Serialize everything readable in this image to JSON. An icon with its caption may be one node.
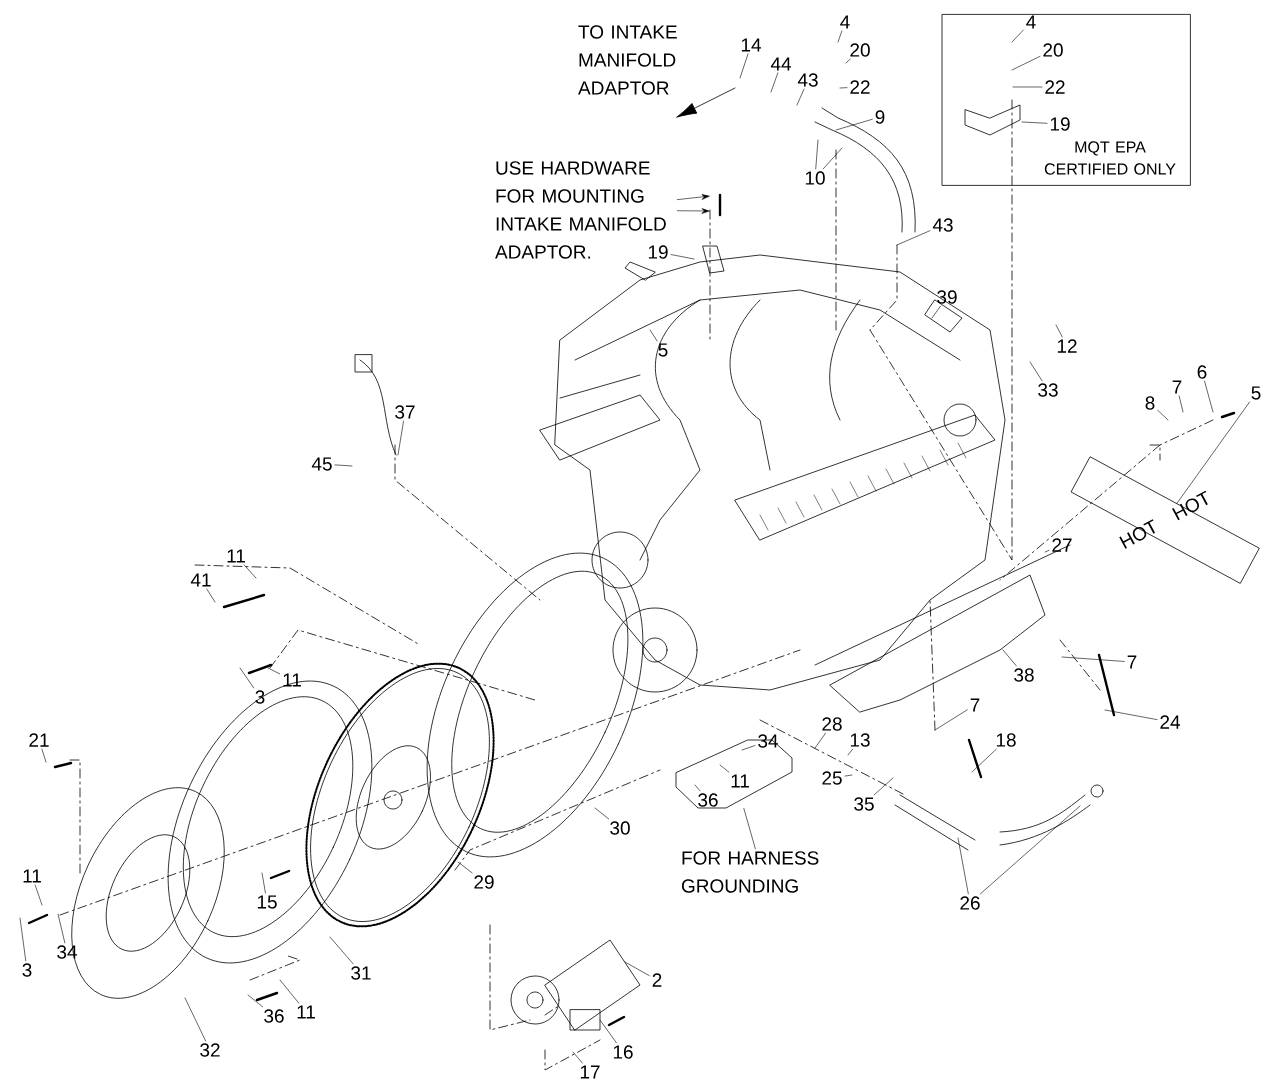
{
  "diagram": {
    "nodes": [
      {
        "text": [
          "TO INTAKE MANIFOLD ADAPTOR"
        ]
      },
      {
        "text": [
          "14"
        ]
      },
      {
        "text": [
          "44"
        ]
      },
      {
        "text": [
          "43"
        ]
      },
      {
        "text": [
          "4"
        ]
      },
      {
        "text": [
          "20"
        ]
      },
      {
        "text": [
          "22"
        ]
      },
      {
        "text": [
          "9"
        ]
      },
      {
        "text": [
          "10"
        ]
      },
      {
        "text": [
          "MQT EPA CERTIFIED ONLY"
        ]
      },
      {
        "text": [
          "4"
        ],
        "in": 9
      },
      {
        "text": [
          "20"
        ],
        "in": 9
      },
      {
        "text": [
          "22"
        ],
        "in": 9
      },
      {
        "text": [
          "19"
        ],
        "in": 9
      },
      {
        "text": [
          "USE HARDWARE FOR MOUNTING INTAKE MANIFOLD ADAPTOR."
        ]
      },
      {
        "text": [
          "19"
        ]
      },
      {
        "text": [
          "43"
        ]
      },
      {
        "text": [
          "39"
        ]
      },
      {
        "text": [
          "12"
        ]
      },
      {
        "text": [
          "33"
        ]
      },
      {
        "text": [
          "5"
        ]
      },
      {
        "text": [
          "37"
        ]
      },
      {
        "text": [
          "8"
        ]
      },
      {
        "text": [
          "7"
        ]
      },
      {
        "text": [
          "6"
        ]
      },
      {
        "text": [
          "5"
        ]
      },
      {
        "text": [
          "45"
        ]
      },
      {
        "text": [
          "27"
        ]
      },
      {
        "text": [
          "11"
        ]
      },
      {
        "text": [
          "41"
        ]
      },
      {
        "text": [
          "11"
        ]
      },
      {
        "text": [
          "3"
        ]
      },
      {
        "text": [
          "38"
        ]
      },
      {
        "text": [
          "7"
        ]
      },
      {
        "text": [
          "7"
        ]
      },
      {
        "text": [
          "24"
        ]
      },
      {
        "text": [
          "18"
        ]
      },
      {
        "text": [
          "28"
        ]
      },
      {
        "text": [
          "13"
        ]
      },
      {
        "text": [],
        "shape": "box"
      },
      {
        "text": [
          "34"
        ],
        "in": 39
      },
      {
        "text": [
          "11"
        ],
        "in": 39
      },
      {
        "text": [
          "36"
        ],
        "in": 39
      },
      {
        "text": [
          "25"
        ]
      },
      {
        "text": [
          "35"
        ]
      },
      {
        "text": [
          "FOR HARNESS GROUNDING"
        ]
      },
      {
        "text": [
          "26"
        ]
      },
      {
        "text": [
          "30"
        ]
      },
      {
        "text": [
          "29"
        ]
      },
      {
        "text": [
          "21"
        ]
      },
      {
        "text": [
          "15"
        ]
      },
      {
        "text": [
          "11"
        ]
      },
      {
        "text": [
          "3"
        ]
      },
      {
        "text": [
          "34"
        ]
      },
      {
        "text": [
          "31"
        ]
      },
      {
        "text": [
          "2"
        ]
      },
      {
        "text": [
          "36"
        ]
      },
      {
        "text": [
          "11"
        ]
      },
      {
        "text": [
          "16"
        ]
      },
      {
        "text": [
          "17"
        ]
      },
      {
        "text": [
          "32"
        ]
      },
      {
        "text": [
          "HOT",
          "HOT"
        ]
      }
    ],
    "edges": [
      {
        "from": 1,
        "to": null,
        "arrow": "none"
      },
      {
        "from": 2,
        "to": null,
        "arrow": "none"
      },
      {
        "from": 3,
        "to": null,
        "arrow": "none"
      },
      {
        "from": 4,
        "to": null,
        "arrow": "none"
      },
      {
        "from": 5,
        "to": null,
        "arrow": "none"
      },
      {
        "from": 6,
        "to": null,
        "arrow": "none"
      },
      {
        "from": 7,
        "to": null,
        "arrow": "none"
      },
      {
        "from": 8,
        "to": null,
        "arrow": "none"
      },
      {
        "from": 8,
        "to": null,
        "arrow": "none"
      },
      {
        "from": 10,
        "to": null,
        "arrow": "none"
      },
      {
        "from": 11,
        "to": null,
        "arrow": "none"
      },
      {
        "from": 12,
        "to": null,
        "arrow": "none"
      },
      {
        "from": 13,
        "to": null,
        "arrow": "none"
      },
      {
        "from": 14,
        "to": null,
        "arrow": "to"
      },
      {
        "from": 14,
        "to": null,
        "arrow": "to"
      },
      {
        "from": 15,
        "to": null,
        "arrow": "none"
      },
      {
        "from": 16,
        "to": null,
        "arrow": "none"
      },
      {
        "from": 17,
        "to": null,
        "arrow": "none"
      },
      {
        "from": 18,
        "to": null,
        "arrow": "none"
      },
      {
        "from": 19,
        "to": null,
        "arrow": "none"
      },
      {
        "from": 20,
        "to": null,
        "arrow": "none"
      },
      {
        "from": 21,
        "to": null,
        "arrow": "none"
      },
      {
        "from": 22,
        "to": null,
        "arrow": "none"
      },
      {
        "from": 23,
        "to": null,
        "arrow": "none"
      },
      {
        "from": 24,
        "to": null,
        "arrow": "none"
      },
      {
        "from": 25,
        "to": 61,
        "arrow": "none"
      },
      {
        "from": 26,
        "to": null,
        "arrow": "none"
      },
      {
        "from": 27,
        "to": null,
        "arrow": "none"
      },
      {
        "from": 28,
        "to": null,
        "arrow": "none"
      },
      {
        "from": 29,
        "to": null,
        "arrow": "none"
      },
      {
        "from": 30,
        "to": null,
        "arrow": "none"
      },
      {
        "from": 31,
        "to": null,
        "arrow": "none"
      },
      {
        "from": 32,
        "to": null,
        "arrow": "none"
      },
      {
        "from": 33,
        "to": null,
        "arrow": "none"
      },
      {
        "from": 34,
        "to": null,
        "arrow": "none"
      },
      {
        "from": 35,
        "to": null,
        "arrow": "none"
      },
      {
        "from": 36,
        "to": null,
        "arrow": "none"
      },
      {
        "from": 37,
        "to": null,
        "arrow": "none"
      },
      {
        "from": 38,
        "to": null,
        "arrow": "none"
      },
      {
        "from": 40,
        "to": null,
        "arrow": "none"
      },
      {
        "from": 41,
        "to": null,
        "arrow": "none"
      },
      {
        "from": 42,
        "to": null,
        "arrow": "none"
      },
      {
        "from": 43,
        "to": null,
        "arrow": "none"
      },
      {
        "from": 44,
        "to": null,
        "arrow": "none"
      },
      {
        "from": 45,
        "to": 39,
        "arrow": "none"
      },
      {
        "from": 46,
        "to": null,
        "arrow": "none"
      },
      {
        "from": 46,
        "to": null,
        "arrow": "none"
      },
      {
        "from": 47,
        "to": null,
        "arrow": "none"
      },
      {
        "from": 48,
        "to": null,
        "arrow": "none"
      },
      {
        "from": 49,
        "to": null,
        "arrow": "none"
      },
      {
        "from": 50,
        "to": null,
        "arrow": "none"
      },
      {
        "from": 51,
        "to": null,
        "arrow": "none"
      },
      {
        "from": 52,
        "to": null,
        "arrow": "none"
      },
      {
        "from": 53,
        "to": null,
        "arrow": "none"
      },
      {
        "from": 54,
        "to": null,
        "arrow": "none"
      },
      {
        "from": 55,
        "to": null,
        "arrow": "none"
      },
      {
        "from": 56,
        "to": null,
        "arrow": "none"
      },
      {
        "from": 57,
        "to": null,
        "arrow": "none"
      },
      {
        "from": 58,
        "to": null,
        "arrow": "none"
      },
      {
        "from": 59,
        "to": null,
        "arrow": "none"
      },
      {
        "from": 60,
        "to": null,
        "arrow": "none"
      }
    ]
  }
}
